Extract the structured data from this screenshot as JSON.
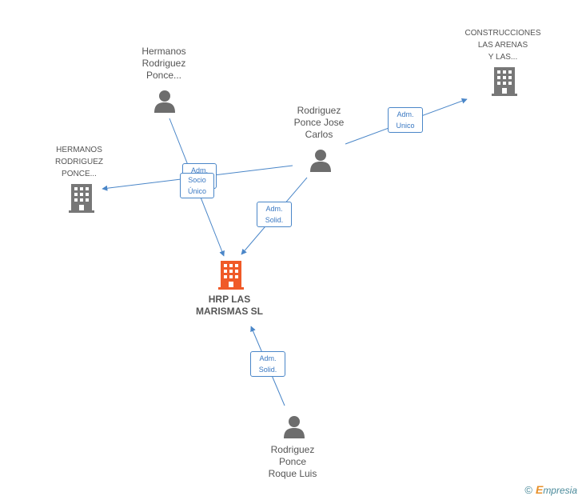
{
  "colors": {
    "edge": "#4a86c8",
    "person": "#6d6d6d",
    "company": "#777777",
    "main_company": "#f05a28"
  },
  "nodes": {
    "hermanos_person": {
      "label": "Hermanos\nRodriguez\nPonce...",
      "icon": "person-icon"
    },
    "hermanos_company": {
      "label": "HERMANOS\nRODRIGUEZ\nPONCE...",
      "icon": "building-icon"
    },
    "construcciones": {
      "label": "CONSTRUCCIONES\nLAS ARENAS\nY LAS...",
      "icon": "building-icon"
    },
    "rodriguez_carlos": {
      "label": "Rodriguez\nPonce Jose\nCarlos",
      "icon": "person-icon"
    },
    "hrp": {
      "label": "HRP LAS\nMARISMAS SL",
      "icon": "building-icon"
    },
    "rodriguez_luis": {
      "label": "Rodriguez\nPonce\nRoque Luis",
      "icon": "person-icon"
    }
  },
  "edge_labels": {
    "adm_unico": "Adm.\nUnico",
    "adm_behind": "Adm.",
    "socio_unico": "Socio\nÚnico",
    "adm_solid_carlos": "Adm.\nSolid.",
    "adm_solid_luis": "Adm.\nSolid."
  },
  "brand": {
    "copyright": "©",
    "e": "E",
    "rest": "mpresia"
  }
}
